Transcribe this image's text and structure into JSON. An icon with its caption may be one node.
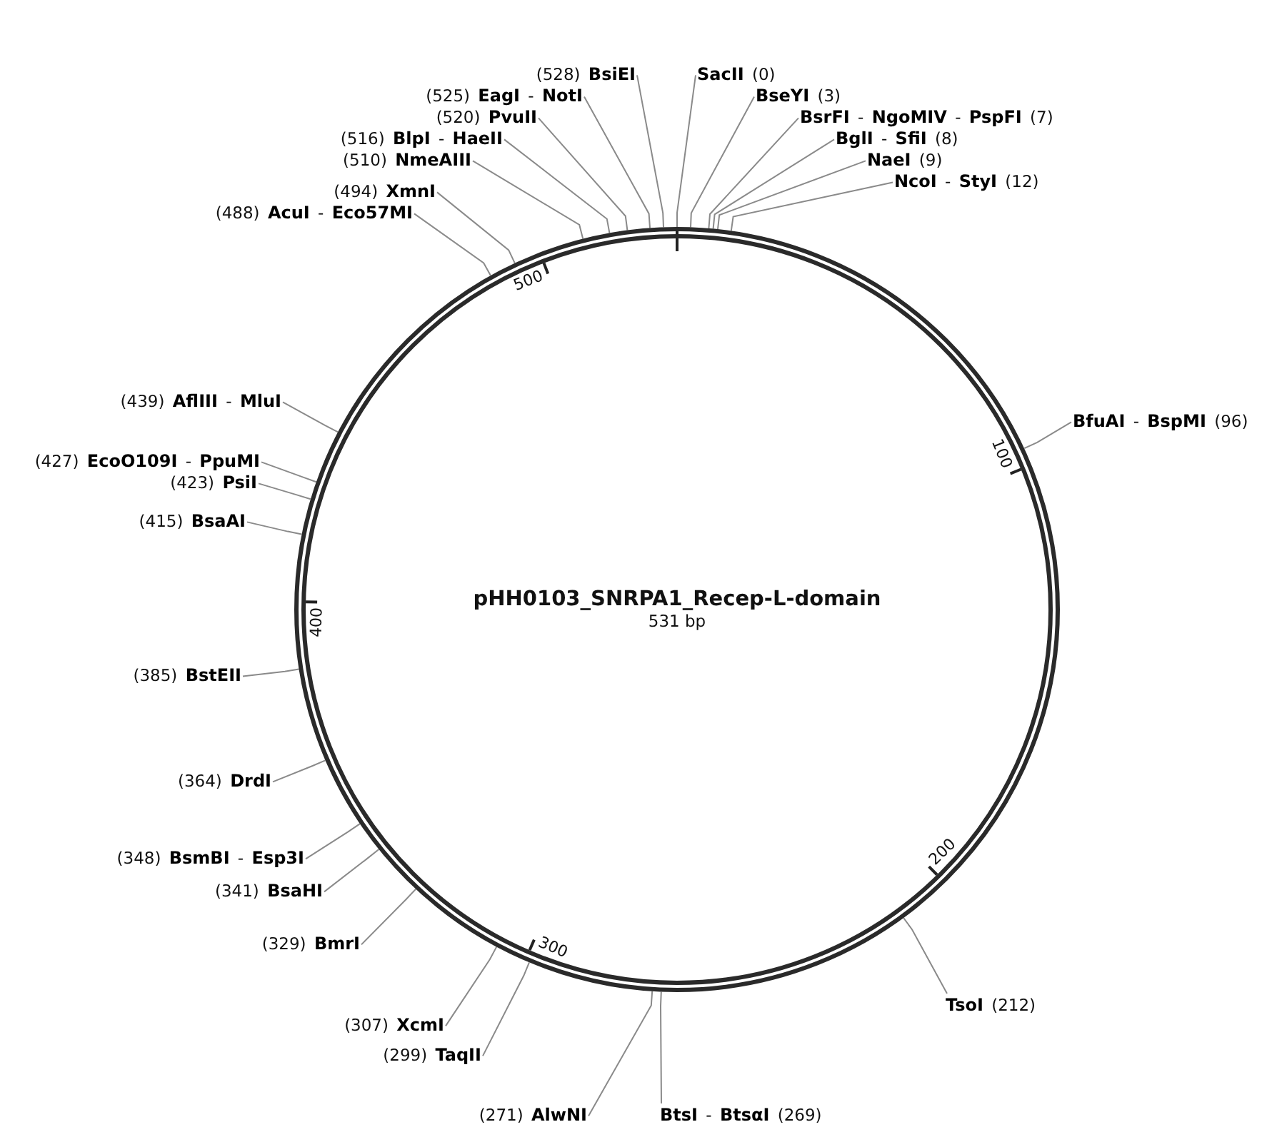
{
  "diagram": {
    "nodes": [
      {
        "text": [
          "pHH0103_SNRPA1_Recep-L-domain",
          "531 bp"
        ]
      },
      {
        "text": [
          "**SacII** (0)"
        ]
      },
      {
        "text": [
          "**BseYI** (3)"
        ]
      },
      {
        "text": [
          "**BsrFI** - **NgoMIV** - **PspFI** (7)"
        ]
      },
      {
        "text": [
          "**BglI** - **SfiI** (8)"
        ]
      },
      {
        "text": [
          "**NaeI** (9)"
        ]
      },
      {
        "text": [
          "**NcoI** - **StyI** (12)"
        ]
      },
      {
        "text": [
          "**BfuAI** - **BspMI** (96)"
        ]
      },
      {
        "text": [
          "**TsoI** (212)"
        ]
      },
      {
        "text": [
          "**BtsI** - **BtsαI** (269)"
        ]
      },
      {
        "text": [
          "(271) **AlwNI**"
        ]
      },
      {
        "text": [
          "(299) **TaqII**"
        ]
      },
      {
        "text": [
          "(307) **XcmI**"
        ]
      },
      {
        "text": [
          "(329) **BmrI**"
        ]
      },
      {
        "text": [
          "(341) **BsaHI**"
        ]
      },
      {
        "text": [
          "(348) **BsmBI** - **Esp3I**"
        ]
      },
      {
        "text": [
          "(364) **DrdI**"
        ]
      },
      {
        "text": [
          "(385) **BstEII**"
        ]
      },
      {
        "text": [
          "(415) **BsaAI**"
        ]
      },
      {
        "text": [
          "(423) **PsiI**"
        ]
      },
      {
        "text": [
          "(427) **EcoO109I** - **PpuMI**"
        ]
      },
      {
        "text": [
          "(439) **AflIII** - **MluI**"
        ]
      },
      {
        "text": [
          "(488) **AcuI** - **Eco57MI**"
        ]
      },
      {
        "text": [
          "(494) **XmnI**"
        ]
      },
      {
        "text": [
          "(510) **NmeAIII**"
        ]
      },
      {
        "text": [
          "(516) **BlpI** - **HaeII**"
        ]
      },
      {
        "text": [
          "(520) **PvuII**"
        ]
      },
      {
        "text": [
          "(525) **EagI** - **NotI**"
        ]
      },
      {
        "text": [
          "(528) **BsiEI**"
        ]
      }
    ],
    "edges": [
      {
        "from": 1,
        "to": 0,
        "arrow": "none"
      },
      {
        "from": 2,
        "to": 0,
        "arrow": "none"
      },
      {
        "from": 3,
        "to": 0,
        "arrow": "none"
      },
      {
        "from": 4,
        "to": 0,
        "arrow": "none"
      },
      {
        "from": 5,
        "to": 0,
        "arrow": "none"
      },
      {
        "from": 6,
        "to": 0,
        "arrow": "none"
      },
      {
        "from": 7,
        "to": 0,
        "arrow": "none"
      },
      {
        "from": 8,
        "to": 0,
        "arrow": "none"
      },
      {
        "from": 9,
        "to": 0,
        "arrow": "none"
      },
      {
        "from": 10,
        "to": 0,
        "arrow": "none"
      },
      {
        "from": 11,
        "to": 0,
        "arrow": "none"
      },
      {
        "from": 12,
        "to": 0,
        "arrow": "none"
      },
      {
        "from": 13,
        "to": 0,
        "arrow": "none"
      },
      {
        "from": 14,
        "to": 0,
        "arrow": "none"
      },
      {
        "from": 15,
        "to": 0,
        "arrow": "none"
      },
      {
        "from": 16,
        "to": 0,
        "arrow": "none"
      },
      {
        "from": 17,
        "to": 0,
        "arrow": "none"
      },
      {
        "from": 18,
        "to": 0,
        "arrow": "none"
      },
      {
        "from": 19,
        "to": 0,
        "arrow": "none"
      },
      {
        "from": 20,
        "to": 0,
        "arrow": "none"
      },
      {
        "from": 21,
        "to": 0,
        "arrow": "none"
      },
      {
        "from": 22,
        "to": 0,
        "arrow": "none"
      },
      {
        "from": 23,
        "to": 0,
        "arrow": "none"
      },
      {
        "from": 24,
        "to": 0,
        "arrow": "none"
      },
      {
        "from": 25,
        "to": 0,
        "arrow": "none"
      },
      {
        "from": 26,
        "to": 0,
        "arrow": "none"
      },
      {
        "from": 27,
        "to": 0,
        "arrow": "none"
      },
      {
        "from": 28,
        "to": 0,
        "arrow": "none"
      }
    ],
    "labels": [
      "100",
      "200",
      "300",
      "400",
      "500"
    ]
  }
}
